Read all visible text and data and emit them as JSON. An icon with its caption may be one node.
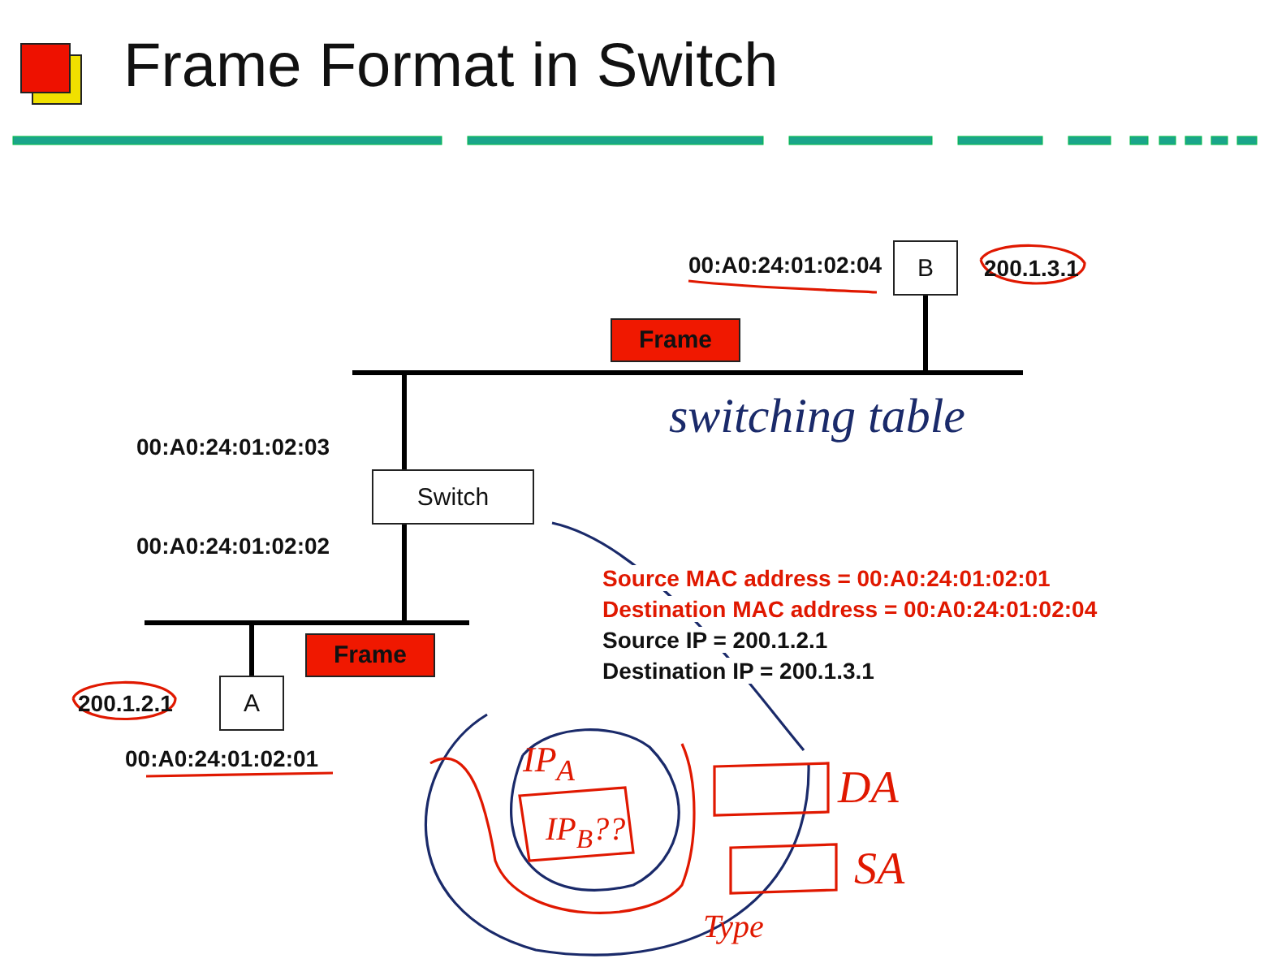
{
  "diagram": {
    "title": "Frame Format in Switch",
    "nodes": [
      {
        "text": [
          "B"
        ],
        "beside": [
          "00:A0:24:01:02:04",
          "200.1.3.1"
        ]
      },
      {
        "text": [
          "Frame"
        ]
      },
      {
        "text": [],
        "shape": "bar"
      },
      {
        "text": [
          "Switch"
        ],
        "beside": [
          "00:A0:24:01:02:03",
          "00:A0:24:01:02:02"
        ]
      },
      {
        "text": [],
        "shape": "bar"
      },
      {
        "text": [
          "Frame"
        ]
      },
      {
        "text": [
          "A"
        ],
        "beside": [
          "200.1.2.1",
          "00:A0:24:01:02:01"
        ]
      }
    ],
    "edges": [
      {
        "from": 0,
        "to": 2,
        "arrow": "none"
      },
      {
        "from": 3,
        "to": 2,
        "arrow": "none"
      },
      {
        "from": 3,
        "to": 4,
        "arrow": "none"
      },
      {
        "from": 6,
        "to": 4,
        "arrow": "none"
      }
    ],
    "labels": [
      "switching table",
      "Source MAC address = 00:A0:24:01:02:01",
      "Destination MAC address = 00:A0:24:01:02:04",
      "Source IP = 200.1.2.1",
      "Destination IP = 200.1.3.1",
      "IP$_{A}$",
      "DA",
      "IP$_{B}$??",
      "SA",
      "Type"
    ]
  }
}
